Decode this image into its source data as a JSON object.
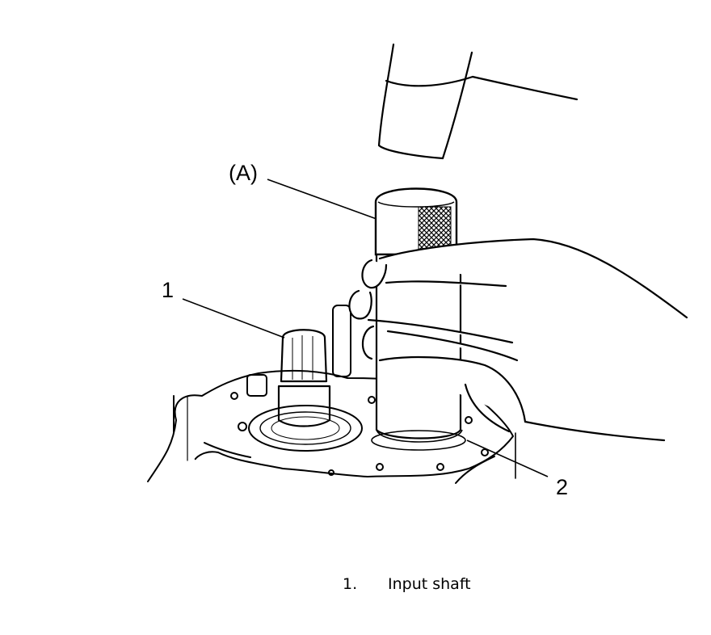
{
  "callouts": {
    "tool": "(A)",
    "part1": "1",
    "part2": "2"
  },
  "legend": [
    {
      "number": "1.",
      "text": "Input shaft"
    }
  ],
  "colors": {
    "line": "#000000",
    "background": "#ffffff"
  }
}
